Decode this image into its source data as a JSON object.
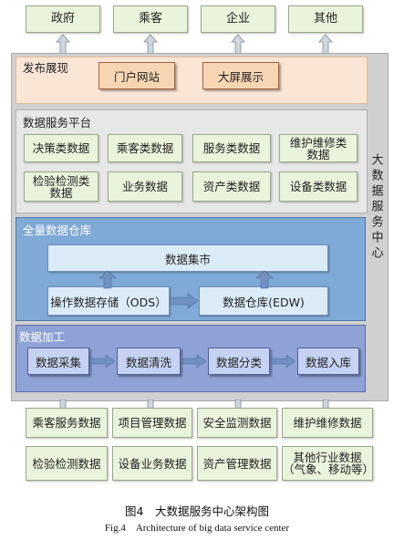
{
  "top_boxes": [
    "政府",
    "乘客",
    "企业",
    "其他"
  ],
  "side_label": "大数据服务中心",
  "publish": {
    "title": "发布展现",
    "items": [
      "门户网站",
      "大屏展示"
    ]
  },
  "platform": {
    "title": "数据服务平台",
    "items": [
      "决策类数据",
      "乘客类数据",
      "服务类数据",
      "维护维修类\n数据",
      "检验检测类\n数据",
      "业务数据",
      "资产类数据",
      "设备类数据"
    ]
  },
  "warehouse": {
    "title": "全量数据仓库",
    "mart": "数据集市",
    "ods": "操作数据存储（ODS）",
    "edw": "数据仓库(EDW)"
  },
  "processing": {
    "title": "数据加工",
    "steps": [
      "数据采集",
      "数据清洗",
      "数据分类",
      "数据入库"
    ]
  },
  "sources": [
    "乘客服务数据",
    "项目管理数据",
    "安全监测数据",
    "维护维修数据",
    "检验检测数据",
    "设备业务数据",
    "资产管理数据",
    "其他行业数据\n（气象、移动等）"
  ],
  "caption": {
    "cn": "图4　大数据服务中心架构图",
    "en": "Fig.4　Architecture of big data service center"
  },
  "colors": {
    "outer_bg": "#d0d0d0",
    "box_green": "#eaf3dc",
    "publish_bg": "#fbe6d6",
    "publish_btn": "#f8d6b4",
    "warehouse_bg": "#7fa9d6",
    "processing_bg": "#8fa2d6",
    "arrow_blue": "#6f90c0"
  }
}
